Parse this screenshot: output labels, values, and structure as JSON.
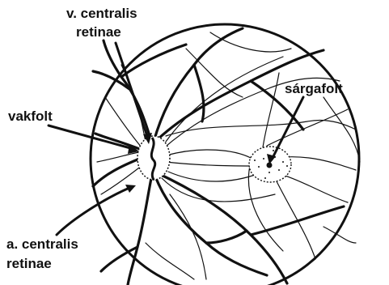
{
  "labels": {
    "vena_line1": "v. centralis",
    "vena_line2": "retinae",
    "blind_spot": "vakfolt",
    "macula": "sárgafolt",
    "artery_line1": "a. centralis",
    "artery_line2": "retinae"
  },
  "colors": {
    "ink": "#111111",
    "background": "#ffffff"
  }
}
